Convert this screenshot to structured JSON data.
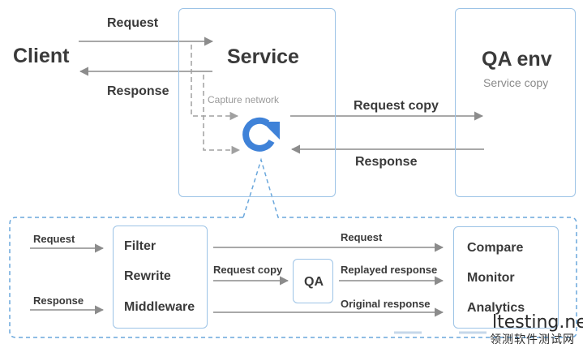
{
  "top": {
    "client_label": "Client",
    "service_label": "Service",
    "qa_env_label": "QA env",
    "service_copy_label": "Service copy",
    "request_label": "Request",
    "response_label": "Response",
    "capture_label": "Capture network",
    "request_copy_label": "Request copy",
    "response_back_label": "Response"
  },
  "bottom": {
    "in_request_label": "Request",
    "in_response_label": "Response",
    "processors": [
      "Filter",
      "Rewrite",
      "Middleware"
    ],
    "qa_label": "QA",
    "request_out_label": "Request",
    "request_copy_label": "Request copy",
    "replayed_label": "Replayed response",
    "original_label": "Original response",
    "outputs": [
      "Compare",
      "Monitor",
      "Analytics"
    ]
  },
  "watermark": {
    "en": "ltesting.net",
    "cn": "领测软件测试网"
  },
  "colors": {
    "box_border": "#9cc3e6",
    "arrow": "#8c8c8c",
    "dashed": "#a0a0a0",
    "capture_icon": "#3f82d8",
    "dashed_frame": "#6aa7dc"
  }
}
